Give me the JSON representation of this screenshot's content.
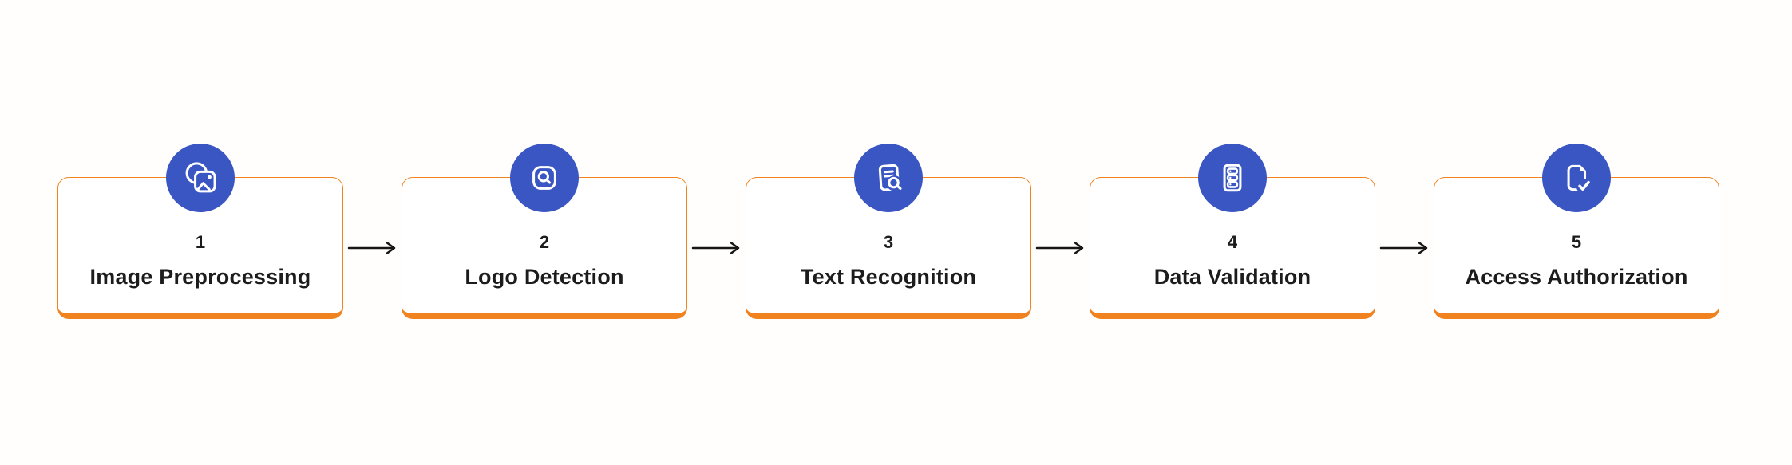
{
  "diagram": {
    "type": "process-flow",
    "direction": "left-to-right",
    "steps": [
      {
        "number": "1",
        "label": "Image Preprocessing",
        "icon": "image-icon"
      },
      {
        "number": "2",
        "label": "Logo Detection",
        "icon": "logo-search-icon"
      },
      {
        "number": "3",
        "label": "Text Recognition",
        "icon": "document-search-icon"
      },
      {
        "number": "4",
        "label": "Data Validation",
        "icon": "database-server-icon"
      },
      {
        "number": "5",
        "label": "Access Authorization",
        "icon": "document-check-icon"
      }
    ]
  },
  "colors": {
    "page_bg": "#fffefc",
    "card_bg": "#ffffff",
    "accent_orange": "#f0831f",
    "icon_blue": "#3a56c3",
    "arrow_black": "#161616",
    "text_dark": "#1c1c1c"
  }
}
